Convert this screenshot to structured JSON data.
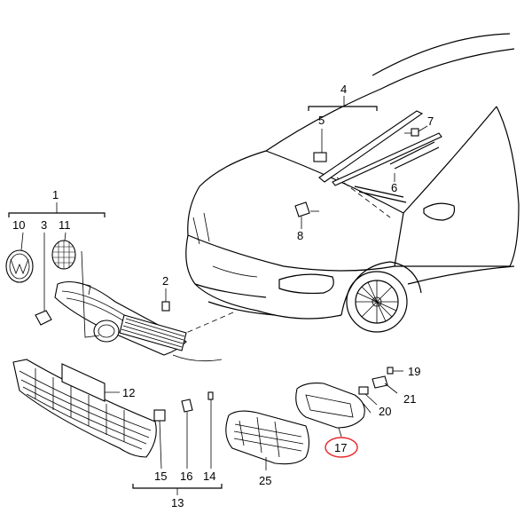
{
  "callouts": {
    "c1": "1",
    "c2": "2",
    "c3": "3",
    "c4": "4",
    "c5": "5",
    "c6": "6",
    "c7": "7",
    "c8": "8",
    "c10": "10",
    "c11": "11",
    "c12": "12",
    "c13": "13",
    "c14": "14",
    "c15": "15",
    "c16": "16",
    "c17": "17",
    "c19": "19",
    "c20": "20",
    "c21": "21",
    "c25": "25"
  },
  "highlight_color": "#e8262a"
}
